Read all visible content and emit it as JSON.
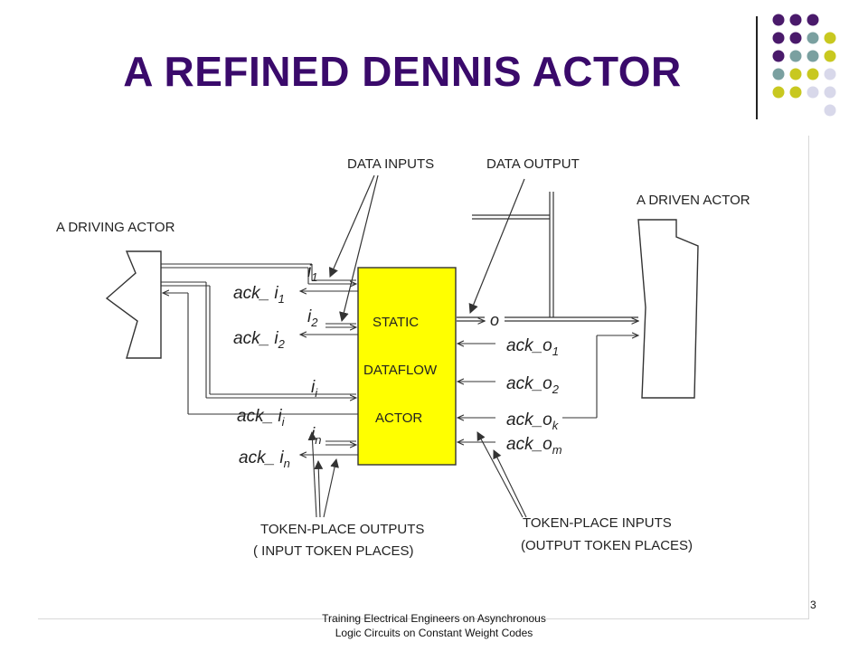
{
  "title": "A REFINED DENNIS ACTOR",
  "colors": {
    "title": "#3a0a6b",
    "actor_fill": "#ffff00",
    "dot_purple": "#4a1a6b",
    "dot_teal": "#7aa0a0",
    "dot_olive": "#c8c820",
    "dot_lavender": "#d8d8ea"
  },
  "diagram": {
    "driving_actor": "A DRIVING ACTOR",
    "driven_actor": "A DRIVEN ACTOR",
    "data_inputs": "DATA INPUTS",
    "data_output": "DATA OUTPUT",
    "actor_lines": [
      "STATIC",
      "DATAFLOW",
      "ACTOR"
    ],
    "output": "o",
    "inputs": [
      {
        "label": "i",
        "sub": "1"
      },
      {
        "label": "i",
        "sub": "2"
      },
      {
        "label": "i",
        "sub": "i"
      },
      {
        "label": "i",
        "sub": "n"
      }
    ],
    "acks_in": [
      {
        "label": "ack_ i",
        "sub": "1"
      },
      {
        "label": "ack_ i",
        "sub": "2"
      },
      {
        "label": "ack_ i",
        "sub": "i"
      },
      {
        "label": "ack_ i",
        "sub": "n"
      }
    ],
    "acks_out": [
      {
        "label": "ack_o",
        "sub": "1"
      },
      {
        "label": "ack_o",
        "sub": "2"
      },
      {
        "label": "ack_o",
        "sub": "k"
      },
      {
        "label": "ack_o",
        "sub": "m"
      }
    ],
    "token_outputs": [
      "TOKEN-PLACE OUTPUTS",
      "( INPUT TOKEN PLACES)"
    ],
    "token_inputs": [
      "TOKEN-PLACE INPUTS",
      "(OUTPUT TOKEN PLACES)"
    ]
  },
  "footer": {
    "line1": "Training Electrical Engineers on Asynchronous",
    "line2": "Logic Circuits on Constant Weight Codes"
  },
  "page_number": "3"
}
